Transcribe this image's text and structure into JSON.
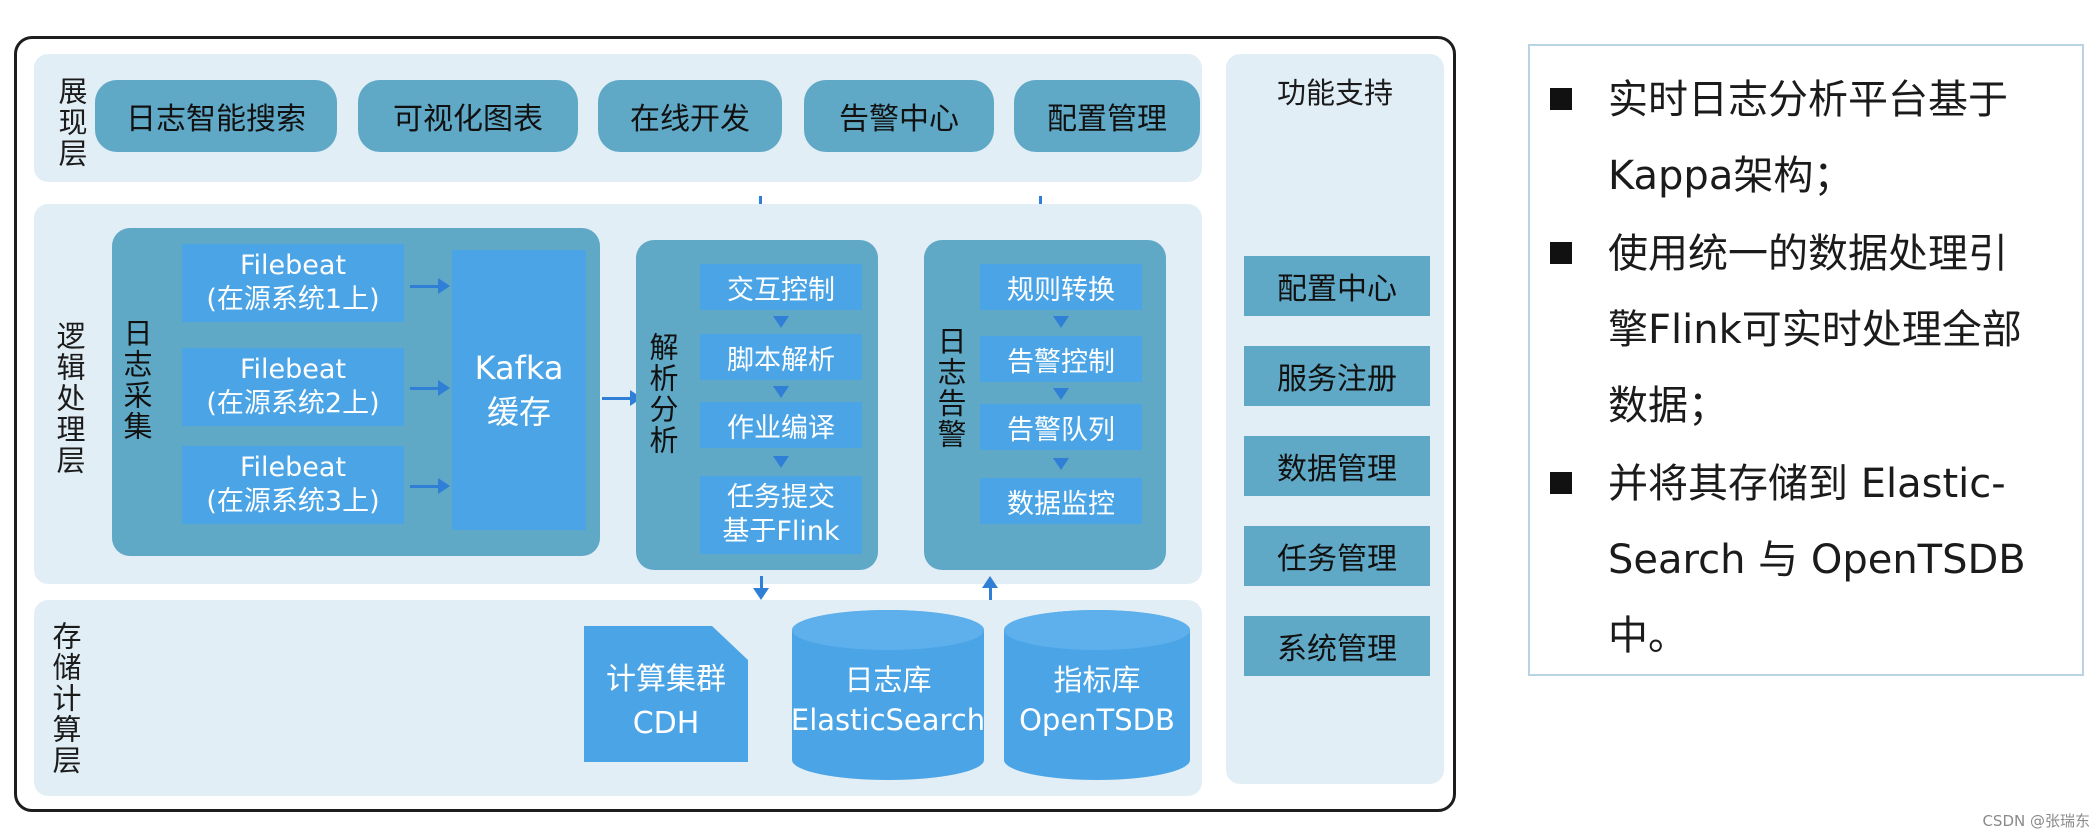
{
  "presentation_layer": {
    "label": "展现层",
    "items": [
      "日志智能搜索",
      "可视化图表",
      "在线开发",
      "告警中心",
      "配置管理"
    ]
  },
  "logic_layer": {
    "label": "逻辑处理层",
    "collect": {
      "label": "日志采集",
      "filebeats": [
        "Filebeat\n(在源系统1上)",
        "Filebeat\n(在源系统2上)",
        "Filebeat\n(在源系统3上)"
      ],
      "kafka": "Kafka\n缓存"
    },
    "parse": {
      "label": "解析分析",
      "steps": [
        "交互控制",
        "脚本解析",
        "作业编译",
        "任务提交\n基于Flink"
      ]
    },
    "alert": {
      "label": "日志告警",
      "steps": [
        "规则转换",
        "告警控制",
        "告警队列",
        "数据监控"
      ]
    }
  },
  "storage_layer": {
    "label": "存储计算层",
    "cluster": "计算集群\nCDH",
    "log_db": "日志库\nElasticSearch",
    "metric_db": "指标库\nOpenTSDB"
  },
  "function_support": {
    "title": "功能支持",
    "items": [
      "配置中心",
      "服务注册",
      "数据管理",
      "任务管理",
      "系统管理"
    ]
  },
  "notes": [
    "实时日志分析平台基于\nKappa架构；",
    "使用统一的数据处理引\n擎Flink可实时处理全部\n数据；",
    "并将其存储到 Elastic-\nSearch 与 OpenTSDB\n中。"
  ],
  "watermark": "CSDN @张瑞东",
  "colors": {
    "band": "#e2eef5",
    "pill": "#5fa9c7",
    "blue_box": "#4aa4e6",
    "arrow": "#2f7fd6"
  }
}
